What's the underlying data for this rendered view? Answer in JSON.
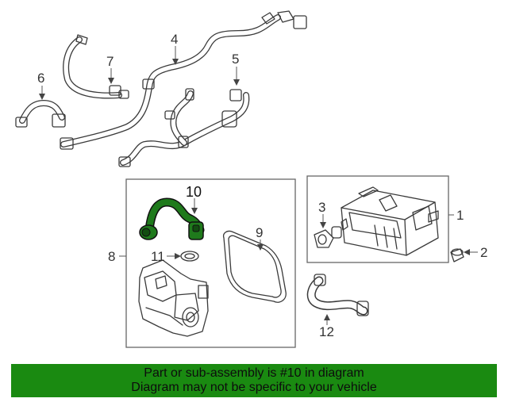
{
  "callouts": {
    "c1": "1",
    "c2": "2",
    "c3": "3",
    "c4": "4",
    "c5": "5",
    "c6": "6",
    "c7": "7",
    "c8": "8",
    "c9": "9",
    "c10": "10",
    "c11": "11",
    "c12": "12"
  },
  "highlight_color": "#1f7a1c",
  "banner": {
    "line1": "Part or sub-assembly is #10 in diagram",
    "line2": "Diagram may not be specific to your vehicle",
    "color": "#1a8a11"
  }
}
